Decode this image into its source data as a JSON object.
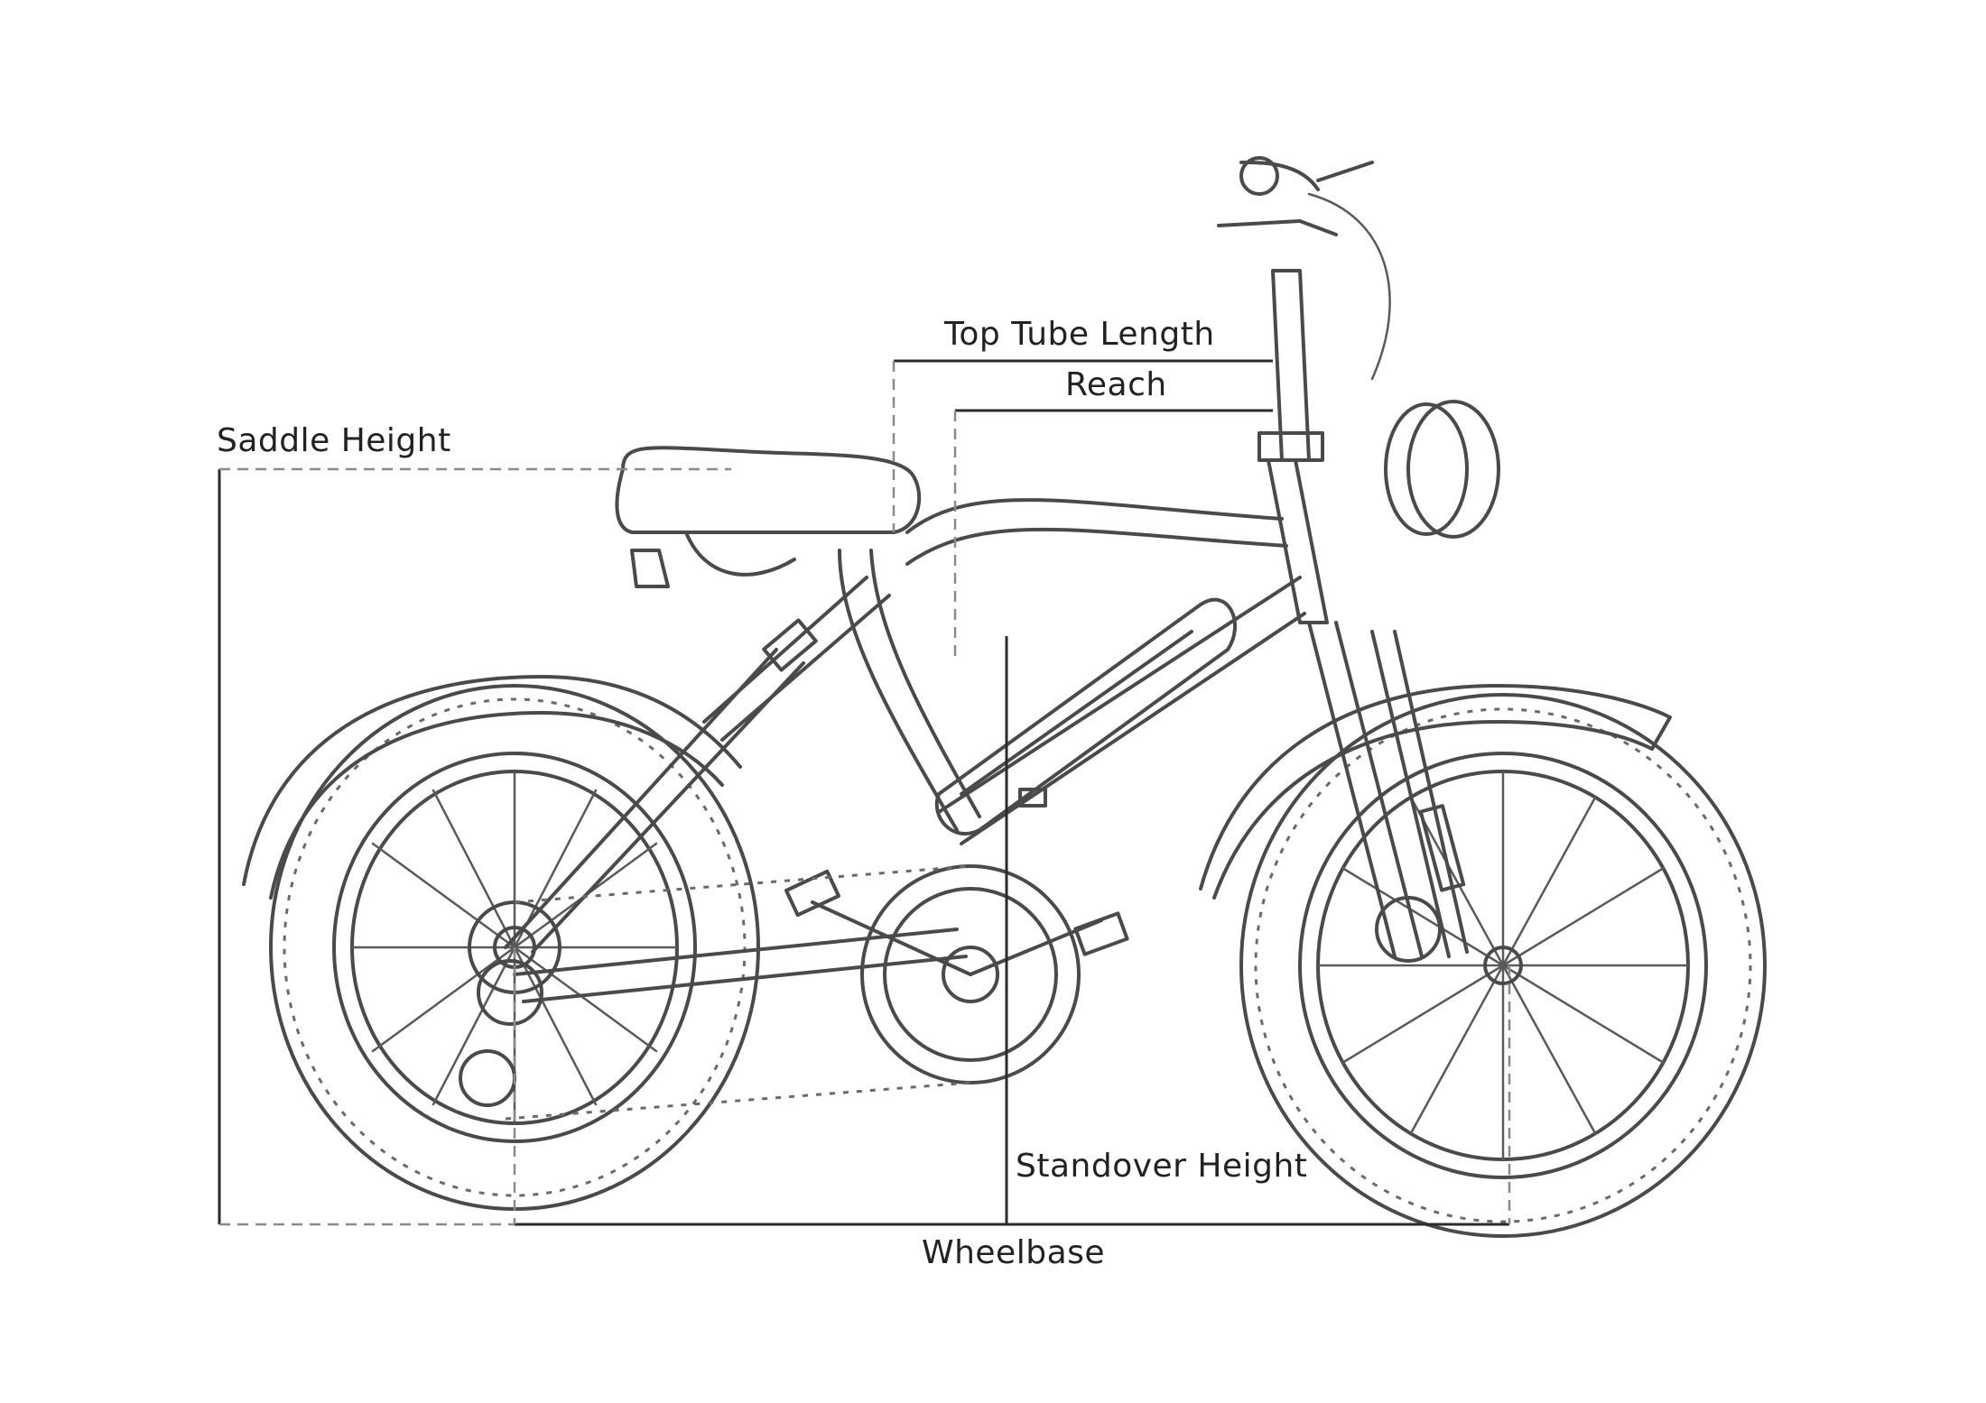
{
  "labels": {
    "saddle_height": "Saddle Height",
    "top_tube_length": "Top Tube Length",
    "reach": "Reach",
    "standover_height": "Standover Height",
    "wheelbase": "Wheelbase"
  },
  "colors": {
    "line_art": "#4a4a4a",
    "dimension_line": "#2b2b2b",
    "dashed_guide": "#8a8a8a",
    "text": "#222222"
  }
}
